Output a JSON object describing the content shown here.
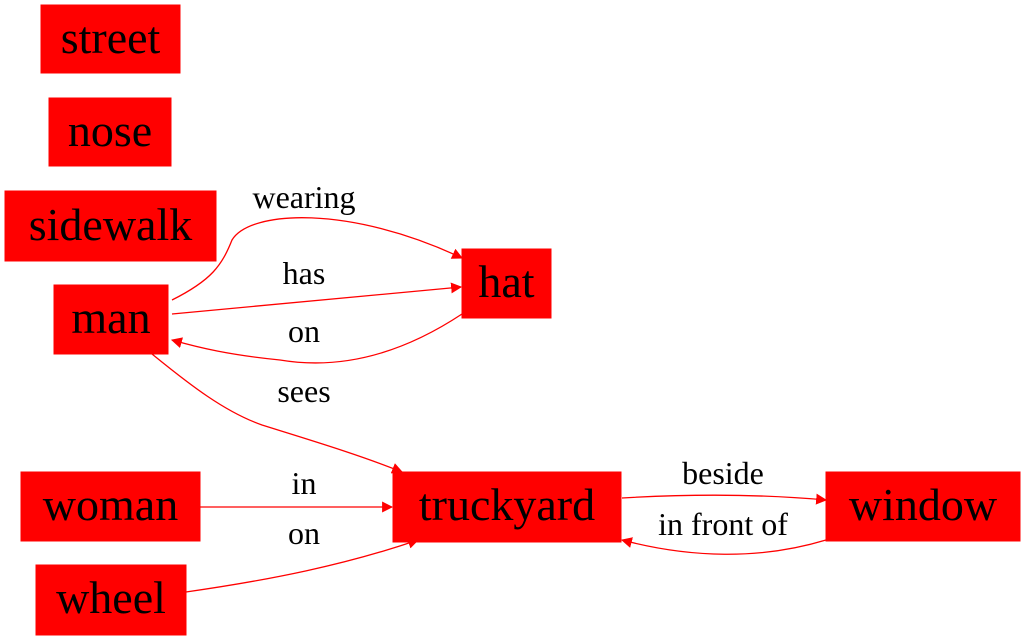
{
  "colors": {
    "node_fill": "#ff0000",
    "edge": "#ff0000",
    "text": "#000000",
    "background": "#ffffff"
  },
  "nodes": {
    "street": "street",
    "nose": "nose",
    "sidewalk": "sidewalk",
    "man": "man",
    "hat": "hat",
    "woman": "woman",
    "wheel": "wheel",
    "truckyard": "truckyard",
    "window": "window"
  },
  "edges": {
    "man_wearing_hat": "wearing",
    "man_has_hat": "has",
    "hat_on_man": "on",
    "man_sees_truckyard": "sees",
    "woman_in_truckyard": "in",
    "wheel_on_truckyard": "on",
    "truckyard_beside_window": "beside",
    "window_infrontof_truckyard": "in front of"
  }
}
